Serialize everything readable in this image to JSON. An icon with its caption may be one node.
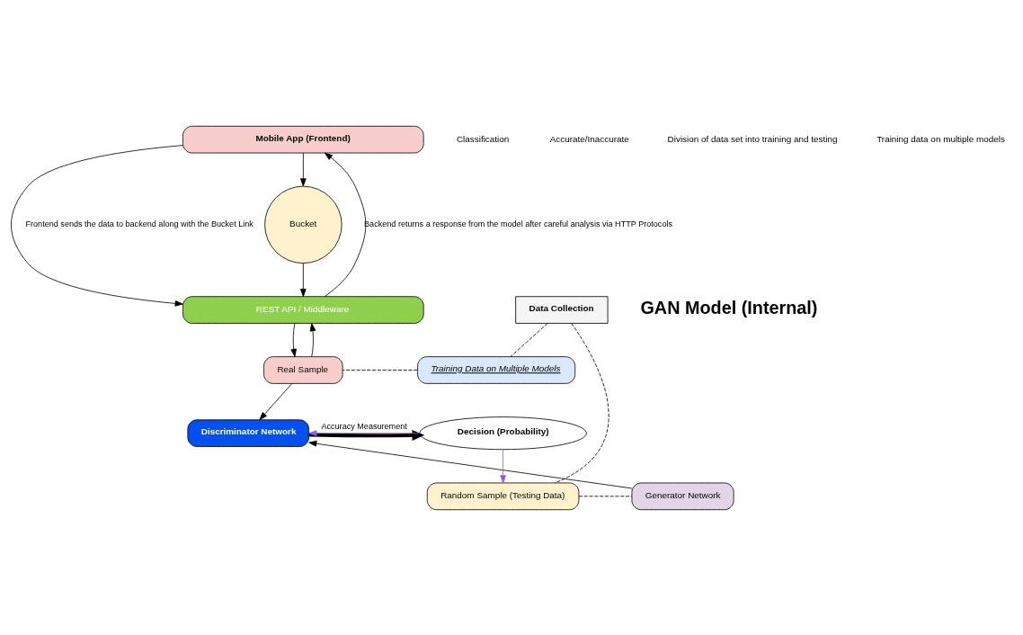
{
  "diagram": {
    "nodes": [
      {
        "text": [
          "Mobile App (Frontend)"
        ]
      },
      {
        "text": [
          "Bucket"
        ]
      },
      {
        "text": [
          "REST API / Middleware"
        ]
      },
      {
        "text": [
          "Training Data on Multiple Models"
        ]
      },
      {
        "text": [
          "Real Sample"
        ]
      },
      {
        "text": [
          "Data Collection"
        ]
      },
      {
        "text": [
          "Random Sample (Testing Data)"
        ]
      },
      {
        "text": [
          "Generator Network"
        ]
      },
      {
        "text": [
          "Discriminator Network"
        ]
      },
      {
        "text": [
          "Decision (Probability)"
        ]
      }
    ],
    "edges": [
      {
        "from": 0,
        "to": 1,
        "arrow": "to"
      },
      {
        "from": 1,
        "to": 2,
        "arrow": "to"
      },
      {
        "from": 2,
        "to": 0,
        "arrow": "to",
        "label": "Backend returns a response from the model after careful analysis via HTTP Protocols"
      },
      {
        "from": 0,
        "to": 2,
        "arrow": "to",
        "label": "Frontend sends the data to backend along with the Bucket Link"
      },
      {
        "from": 4,
        "to": 2,
        "arrow": "to"
      },
      {
        "from": 2,
        "to": 4,
        "arrow": "to"
      },
      {
        "from": 3,
        "to": 4,
        "arrow": "none",
        "style": "dashed"
      },
      {
        "from": 5,
        "to": 3,
        "arrow": "none",
        "style": "dashed"
      },
      {
        "from": 5,
        "to": 6,
        "arrow": "none",
        "style": "dashed"
      },
      {
        "from": 6,
        "to": 7,
        "arrow": "none",
        "style": "dashed"
      },
      {
        "from": 4,
        "to": 8,
        "arrow": "to"
      },
      {
        "from": 7,
        "to": 8,
        "arrow": "to"
      },
      {
        "from": 8,
        "to": 9,
        "arrow": "to",
        "style": "thick"
      },
      {
        "from": 9,
        "to": 8,
        "arrow": "to",
        "color": "#8b5cf6",
        "label": "Accuracy Measurement"
      },
      {
        "from": 9,
        "to": 6,
        "arrow": "to",
        "color": "#8b5cf6"
      }
    ],
    "labels": [
      "GAN Model (Internal)",
      "Classification",
      "Accurate/Inaccurate",
      "Division of data set into training and testing",
      "Training data on multiple models"
    ]
  }
}
